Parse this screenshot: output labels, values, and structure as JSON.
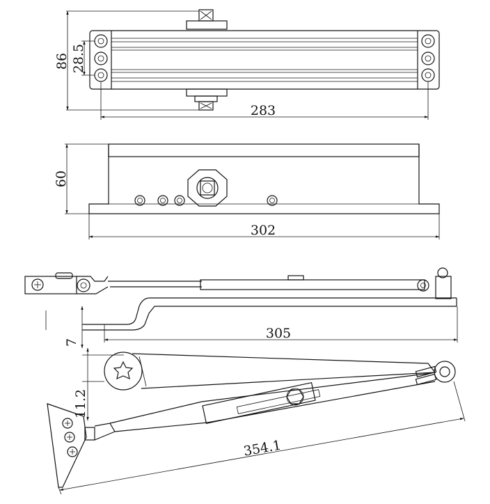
{
  "colors": {
    "line": "#111111",
    "background": "#ffffff"
  },
  "views": {
    "top": {
      "height_label": "86",
      "bolt_spacing_label": "28.5",
      "length_label": "283"
    },
    "front": {
      "height_label": "60",
      "length_label": "302"
    },
    "arm_side": {
      "offset_label": "7",
      "length_label": "305"
    },
    "arm_plan": {
      "offset_label": "11.2",
      "length_label": "354.1"
    }
  }
}
